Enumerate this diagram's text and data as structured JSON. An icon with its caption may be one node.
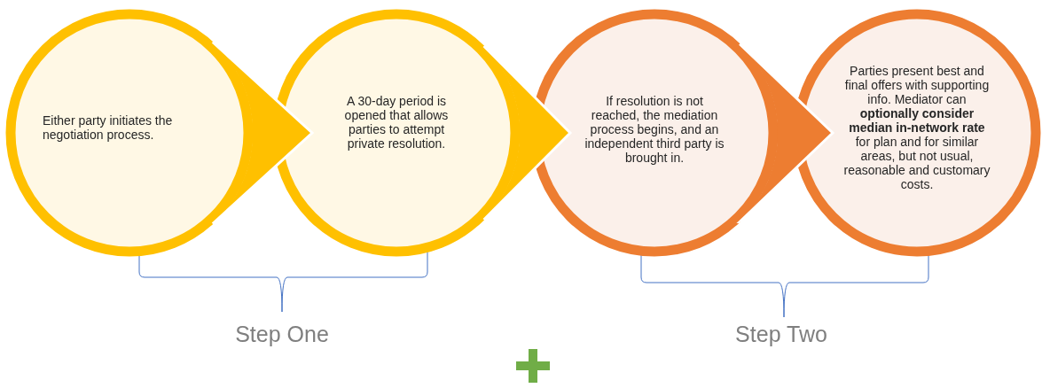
{
  "diagram": {
    "nodes": [
      {
        "text": [
          "Either party initiates the negotiation process."
        ]
      },
      {
        "text": [
          "A 30-day period is opened that allows parties to attempt private resolution."
        ]
      },
      {
        "text": [
          "If resolution is not reached, the mediation process begins, and an independent third party is brought in."
        ]
      },
      {
        "text": [
          "Parties present best and final offers with supporting info. Mediator can **optionally consider median in-network rate** for plan and for similar areas, but not usual, reasonable and customary costs."
        ]
      }
    ],
    "edges": [
      {
        "from": 0,
        "to": 1,
        "arrow": "to"
      },
      {
        "from": 1,
        "to": 2,
        "arrow": "to"
      },
      {
        "from": 2,
        "to": 3,
        "arrow": "to",
        "color": "#ed7d31"
      }
    ],
    "labels": [
      "Step One",
      "Step Two"
    ]
  }
}
